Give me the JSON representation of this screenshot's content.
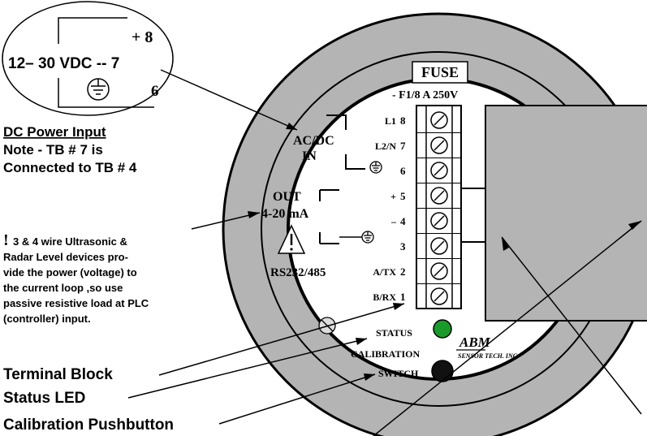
{
  "power_callout": {
    "plus_8": "+ 8",
    "vdc_7": "12– 30 VDC -- 7",
    "ground_6": "6"
  },
  "dc_power": {
    "title": "DC Power Input",
    "note_line1": "Note - TB # 7 is",
    "note_line2": "Connected to TB # 4"
  },
  "warning_note": {
    "mark": "!",
    "lines": [
      "3 & 4 wire Ultrasonic &",
      "Radar  Level devices pro-",
      "vide the power (voltage) to",
      "the current loop ,so use",
      "passive resistive load at PLC",
      "(controller) input."
    ]
  },
  "callouts": {
    "terminal_block": "Terminal Block",
    "status_led": "Status LED",
    "calibration_pushbutton": "Calibration Pushbutton"
  },
  "board": {
    "fuse_label": "FUSE",
    "fuse_rating": "- F1/8 A 250V",
    "acdc_line1": "AC/DC",
    "acdc_line2": "IN",
    "out_label": "OUT",
    "range_label": "4-20 mA",
    "comm_label": "RS232/485",
    "status_label": "STATUS",
    "calibration_label": "CALIBRATION",
    "switch_label": "SWITCH",
    "brand": "ABM",
    "brand_sub": "SENSOR TECH. INC"
  },
  "terminals": [
    {
      "name": "L1",
      "num": "8"
    },
    {
      "name": "L2/N",
      "num": "7"
    },
    {
      "name": "",
      "num": "6"
    },
    {
      "name": "+",
      "num": "5"
    },
    {
      "name": "–",
      "num": "4"
    },
    {
      "name": "",
      "num": "3"
    },
    {
      "name": "A/TX",
      "num": "2"
    },
    {
      "name": "B/RX",
      "num": "1"
    }
  ],
  "colors": {
    "housing_gray": "#b4b4b4",
    "status_led_green": "#1a9a2a",
    "switch_black": "#111111",
    "line": "#000000"
  }
}
